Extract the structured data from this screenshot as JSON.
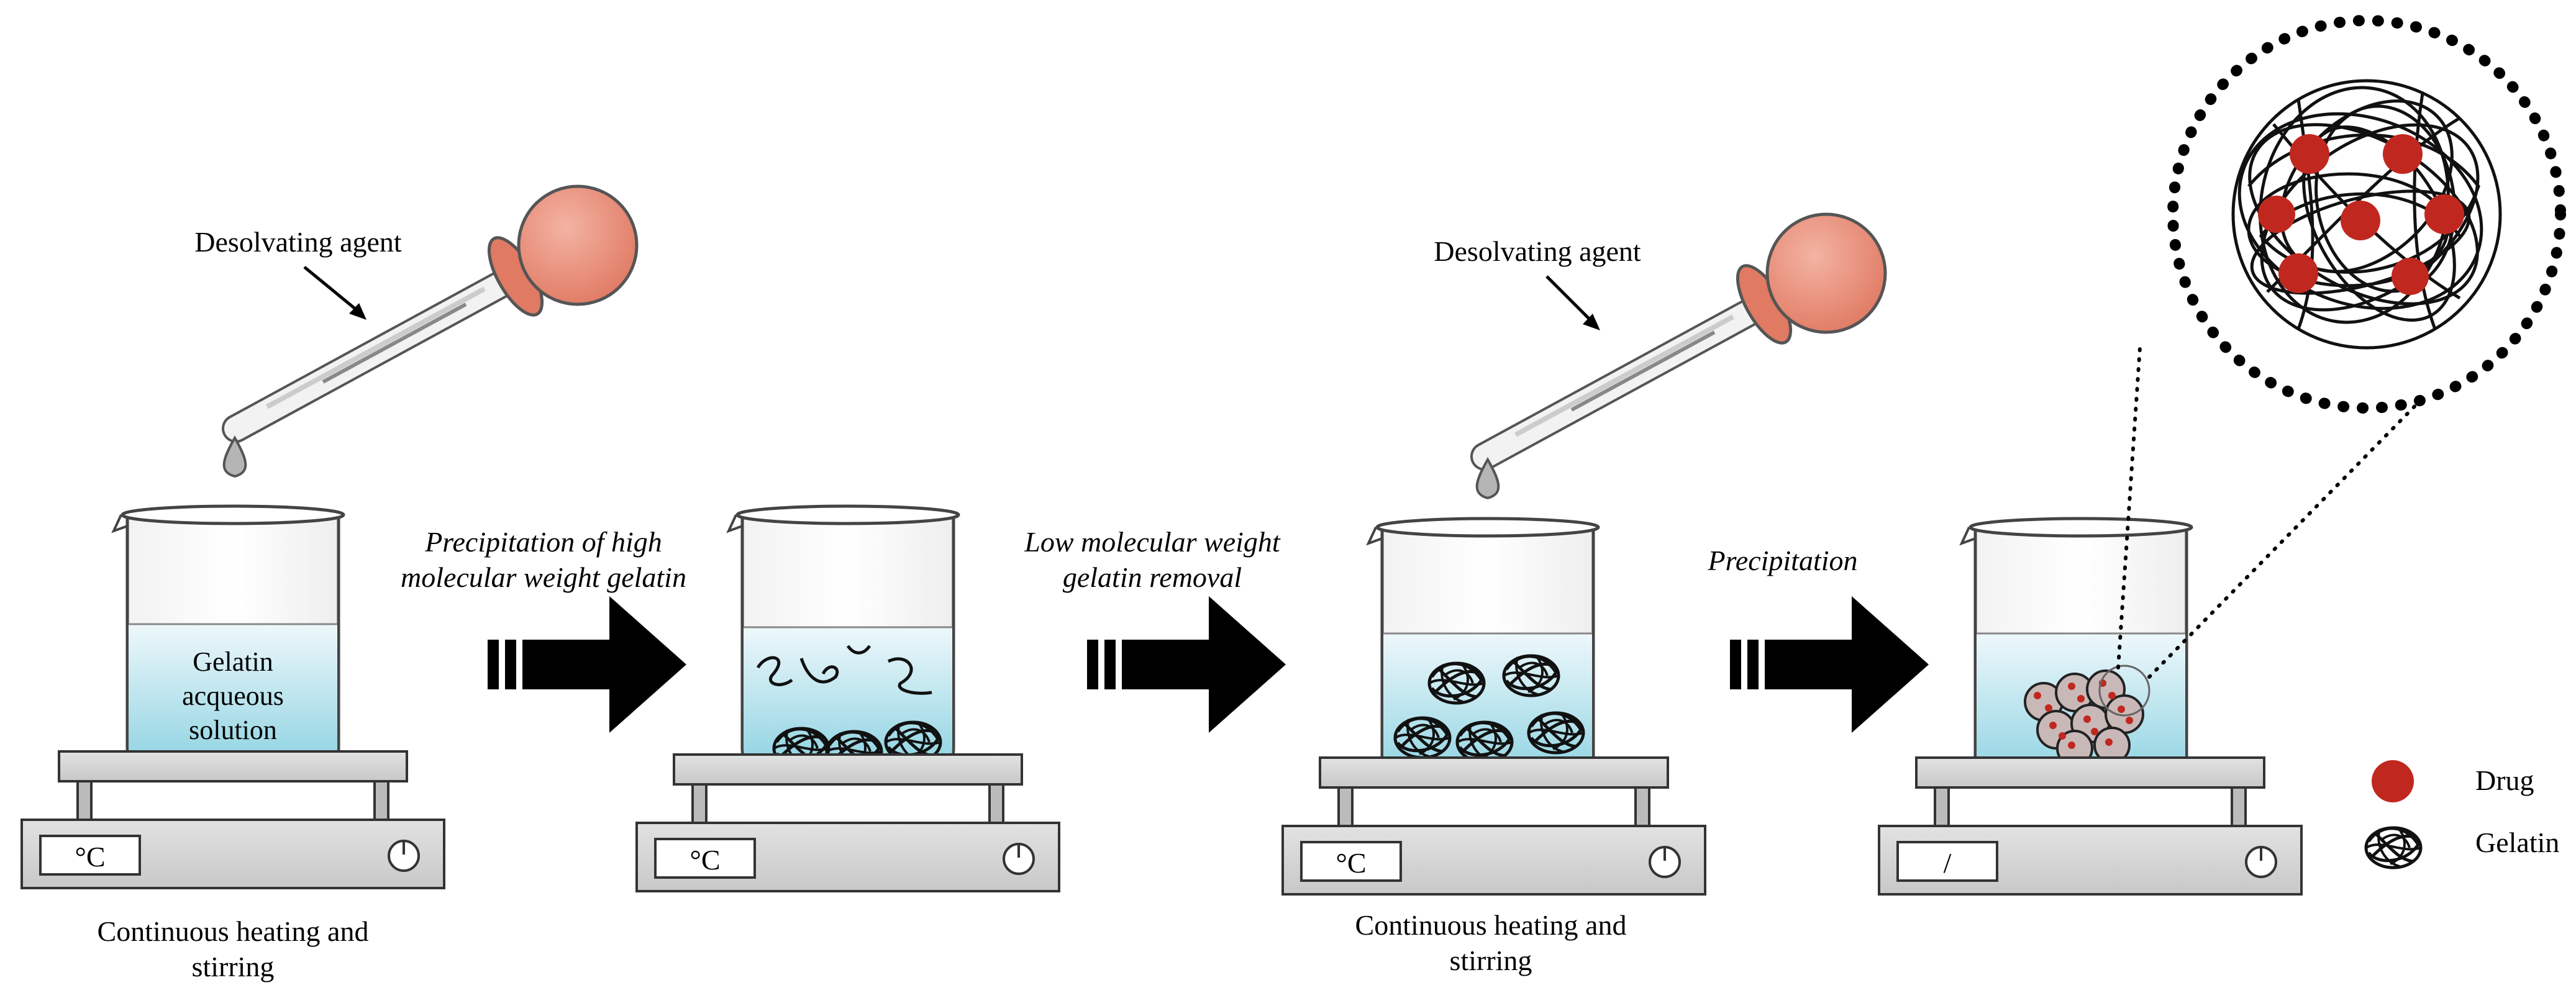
{
  "labels": {
    "desolvating_agent_1": "Desolvating agent",
    "desolvating_agent_2": "Desolvating agent",
    "solution": [
      "Gelatin",
      "acqueous",
      "solution"
    ],
    "heating_1": [
      "Continuous heating and",
      "stirring"
    ],
    "heating_2": [
      "Continuous heating and",
      "stirring"
    ],
    "arrow_1": [
      "Precipitation of high",
      "molecular weight gelatin"
    ],
    "arrow_2": [
      "Low molecular weight",
      "gelatin removal"
    ],
    "arrow_3": "Precipitation"
  },
  "hotplates": {
    "display_1": "°C",
    "display_2": "°C",
    "display_3": "°C",
    "display_4": "/"
  },
  "legend": [
    {
      "label": "Drug",
      "icon": "drug-dot-icon"
    },
    {
      "label": "Gelatin",
      "icon": "gelatin-coil-icon"
    }
  ],
  "colors": {
    "liquid_top": "#e6f4f8",
    "liquid_bottom": "#8fd3e2",
    "bulb": "#ea8f7a",
    "drug": "#c0281f",
    "hotplate": "#d4d4d4",
    "arrow": "#000000"
  }
}
